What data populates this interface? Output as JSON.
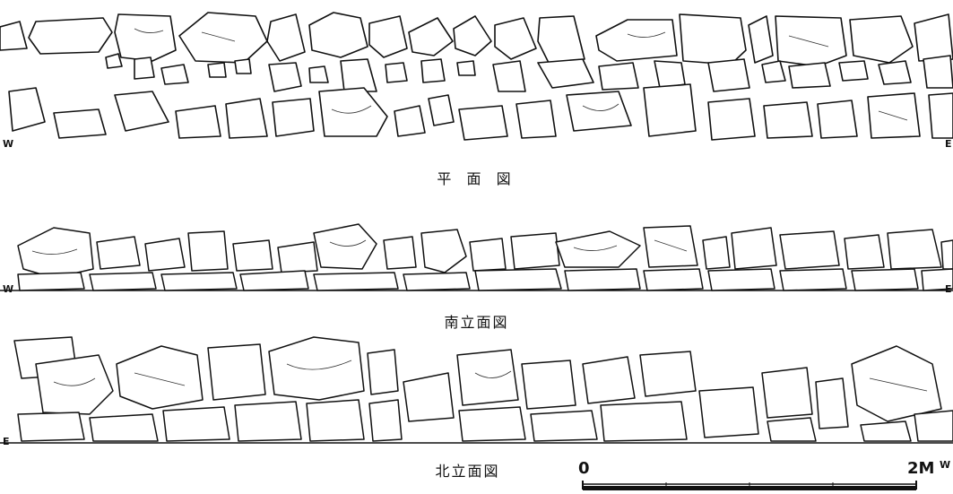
{
  "figure": {
    "plan": {
      "caption": "平 面 図",
      "left_dir": "W",
      "right_dir": "E"
    },
    "south_elevation": {
      "caption": "南立面図",
      "left_dir": "W",
      "right_dir": "E"
    },
    "north_elevation": {
      "caption": "北立面図",
      "left_dir": "E",
      "right_dir": "W"
    }
  },
  "scale_bar": {
    "start_label": "0",
    "end_label": "2M"
  }
}
